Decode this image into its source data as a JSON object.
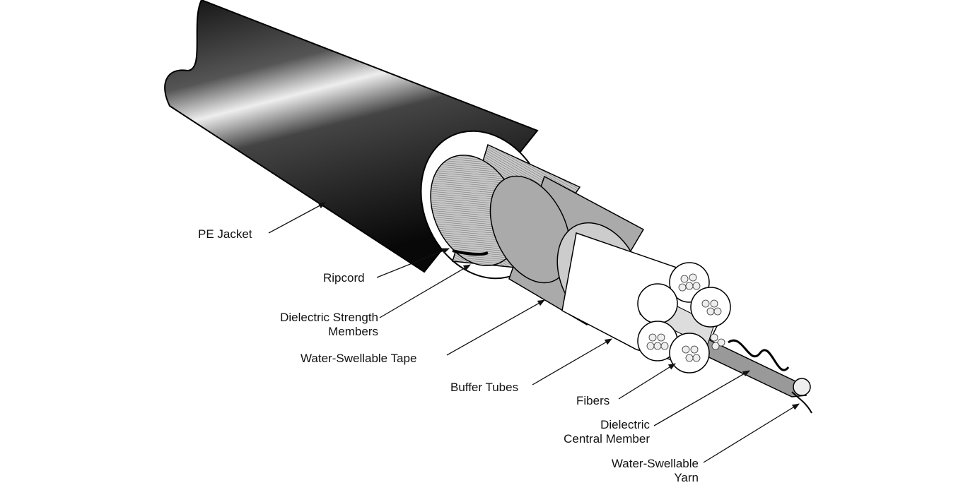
{
  "diagram": {
    "labels": {
      "pe_jacket": "PE Jacket",
      "ripcord": "Ripcord",
      "strength_line1": "Dielectric Strength",
      "strength_line2": "Members",
      "tape": "Water-Swellable Tape",
      "buffer_tubes": "Buffer Tubes",
      "fibers": "Fibers",
      "central_line1": "Dielectric",
      "central_line2": "Central Member",
      "yarn_line1": "Water-Swellable",
      "yarn_line2": "Yarn"
    }
  }
}
